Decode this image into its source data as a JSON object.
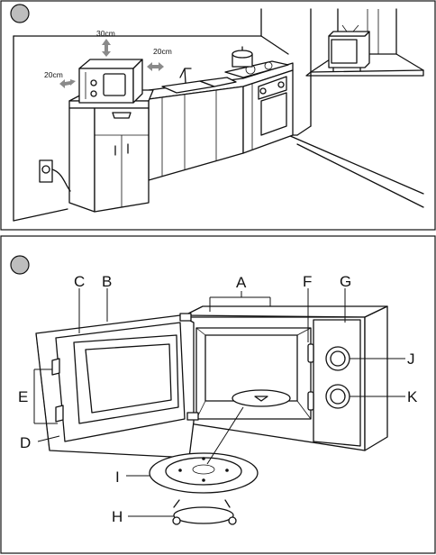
{
  "figure1": {
    "clearances": {
      "left": "20cm",
      "top": "30cm",
      "right": "20cm"
    }
  },
  "figure2": {
    "parts": [
      "A",
      "B",
      "C",
      "D",
      "E",
      "F",
      "G",
      "H",
      "I",
      "J",
      "K"
    ]
  }
}
